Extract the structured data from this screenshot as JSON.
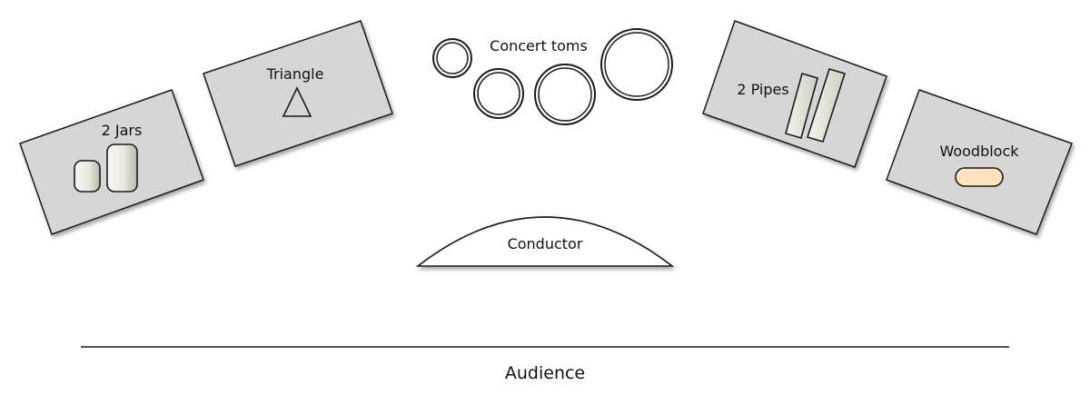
{
  "diagram": {
    "instruments": {
      "jars": {
        "label": "2 Jars",
        "icon": "jar-icon"
      },
      "triangle": {
        "label": "Triangle",
        "icon": "triangle-icon"
      },
      "toms": {
        "label": "Concert toms",
        "icon": "drum-icon"
      },
      "pipes": {
        "label": "2 Pipes",
        "icon": "pipe-icon"
      },
      "woodblock": {
        "label": "Woodblock",
        "icon": "woodblock-icon"
      }
    },
    "conductor": {
      "label": "Conductor"
    },
    "audience": {
      "label": "Audience"
    }
  },
  "colors": {
    "table_fill": "#d6d6d6",
    "outline": "#1a1a1a",
    "woodblock_fill": "#fde4bd",
    "background": "#ffffff"
  }
}
